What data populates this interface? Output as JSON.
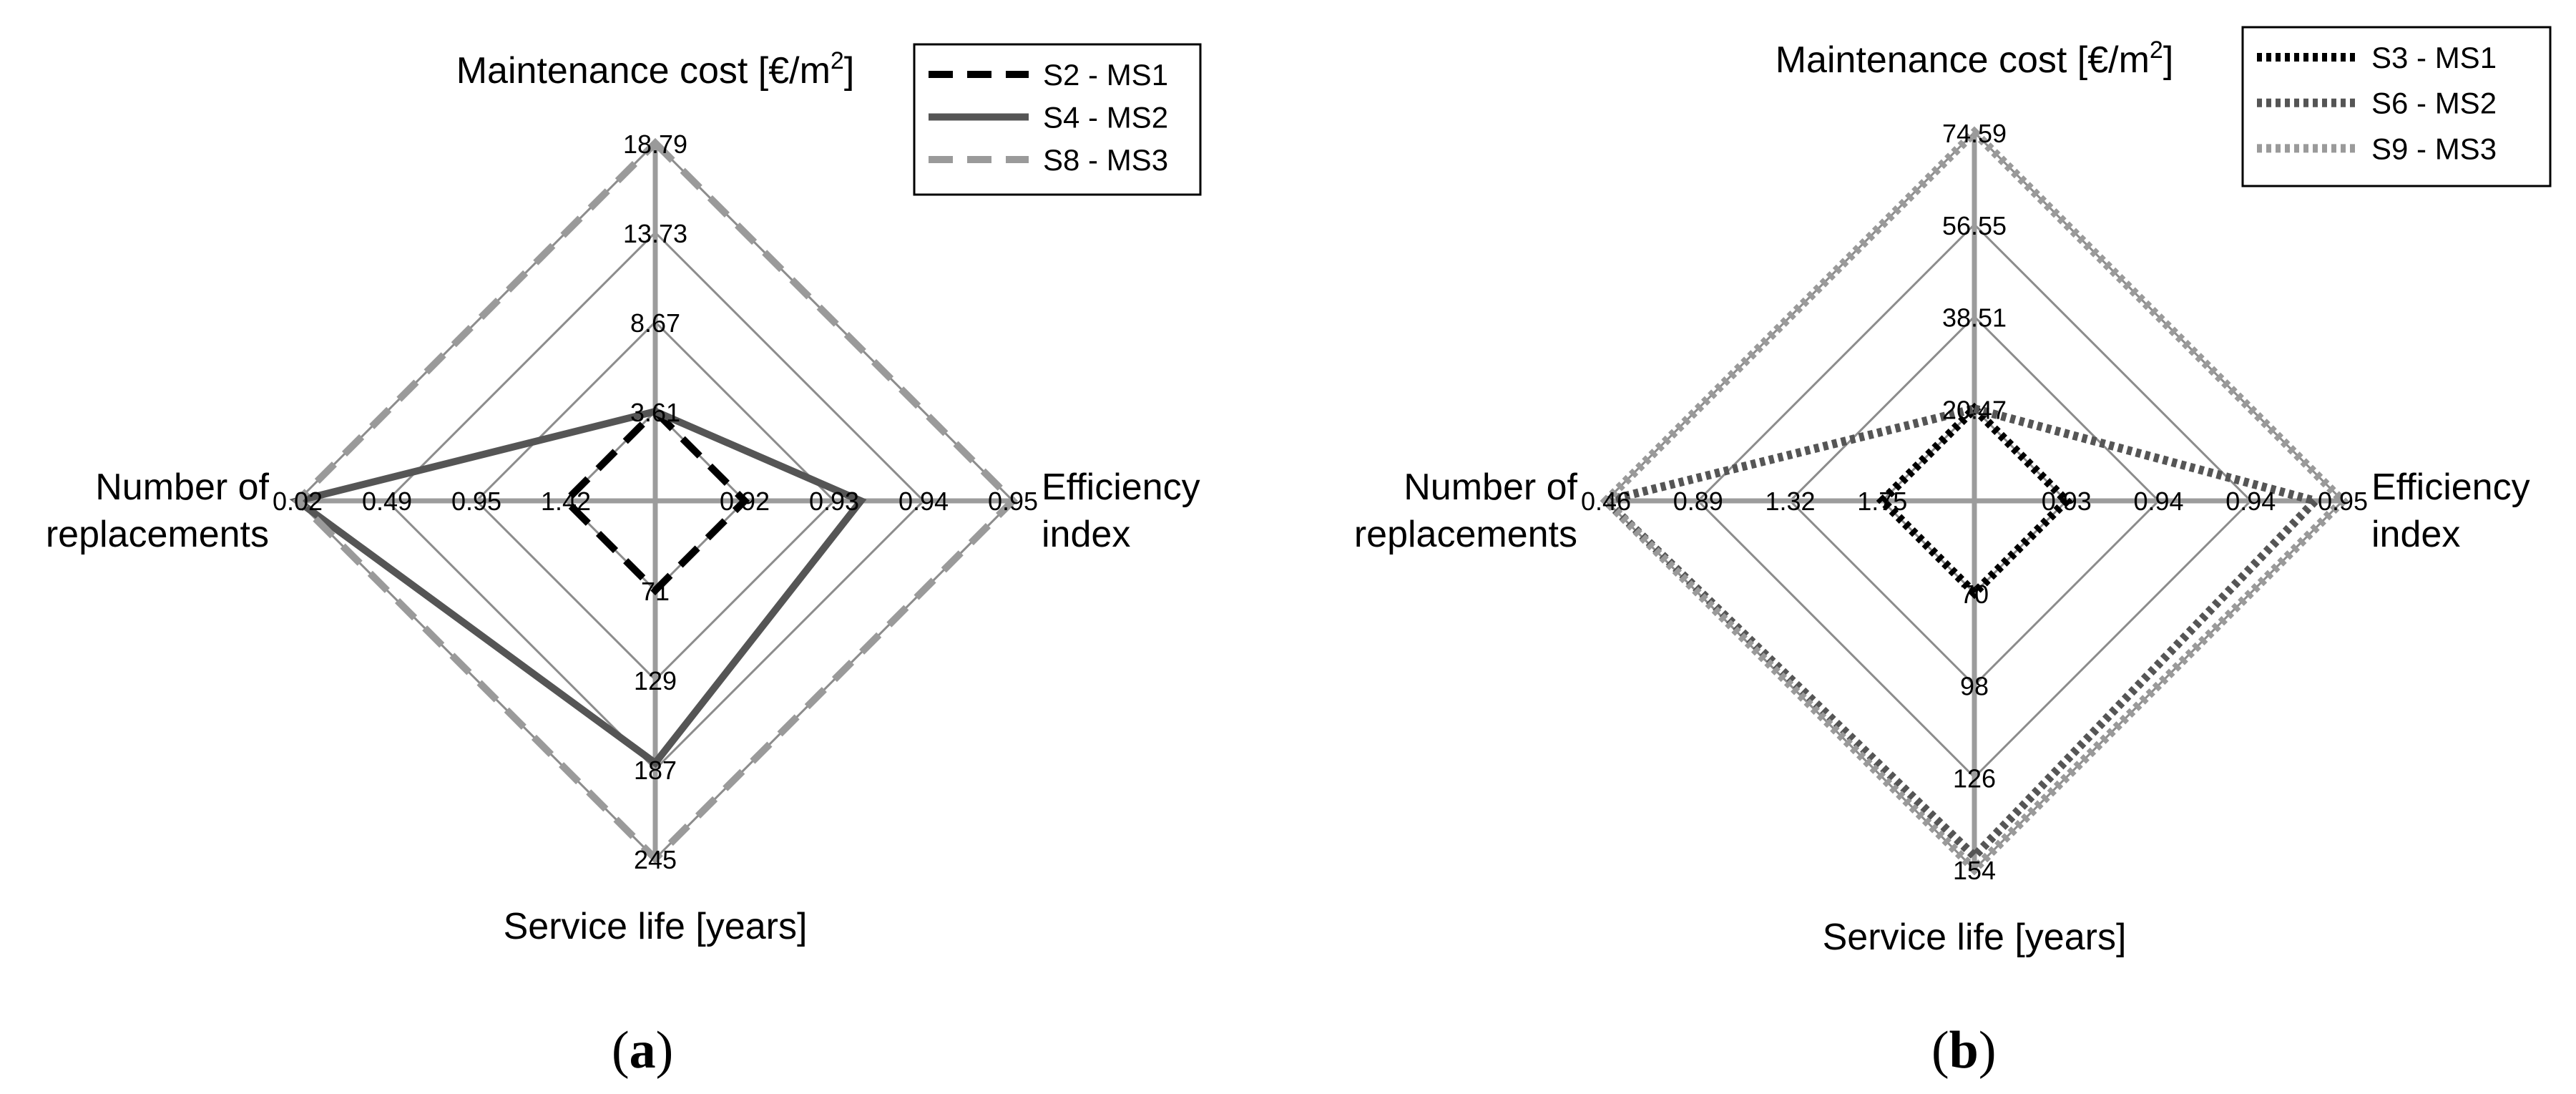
{
  "chart_data": [
    {
      "type": "radar",
      "caption": "a",
      "axes": [
        {
          "label": "Maintenance cost [€/m²]",
          "label_main": "Maintenance cost [€/m",
          "label_sup": "2",
          "label_end": "]",
          "ticks": [
            "3.61",
            "8.67",
            "13.73",
            "18.79"
          ]
        },
        {
          "label": "Efficiency index",
          "label_lines": [
            "Efficiency",
            "index"
          ],
          "ticks": [
            "0.92",
            "0.93",
            "0.94",
            "0.95"
          ]
        },
        {
          "label": "Service life [years]",
          "ticks": [
            "71",
            "129",
            "187",
            "245"
          ]
        },
        {
          "label": "Number of replacements",
          "label_lines": [
            "Number of",
            "replacements"
          ],
          "ticks": [
            "1.42",
            "0.95",
            "0.49",
            "0.02"
          ]
        }
      ],
      "series": [
        {
          "name": "S2 - MS1",
          "style": "dashed",
          "color": "#000000",
          "values": [
            3.61,
            0.92,
            71,
            1.42
          ]
        },
        {
          "name": "S4 - MS2",
          "style": "solid",
          "color": "#555555",
          "values": [
            3.61,
            0.933,
            183,
            0.02
          ]
        },
        {
          "name": "S8 - MS3",
          "style": "dashed",
          "color": "#9a9a9a",
          "values": [
            18.79,
            0.95,
            245,
            0.02
          ]
        }
      ]
    },
    {
      "type": "radar",
      "caption": "b",
      "axes": [
        {
          "label": "Maintenance cost [€/m²]",
          "label_main": "Maintenance cost [€/m",
          "label_sup": "2",
          "label_end": "]",
          "ticks": [
            "20.47",
            "38.51",
            "56.55",
            "74.59"
          ]
        },
        {
          "label": "Efficiency index",
          "label_lines": [
            "Efficiency",
            "index"
          ],
          "ticks": [
            "0.93",
            "0.94",
            "0.94",
            "0.95"
          ]
        },
        {
          "label": "Service life [years]",
          "ticks": [
            "70",
            "98",
            "126",
            "154"
          ]
        },
        {
          "label": "Number of replacements",
          "label_lines": [
            "Number of",
            "replacements"
          ],
          "ticks": [
            "1.75",
            "1.32",
            "0.89",
            "0.46"
          ]
        }
      ],
      "series": [
        {
          "name": "S3 - MS1",
          "style": "dotted",
          "color": "#000000",
          "values": [
            20.47,
            0.93,
            70,
            1.75
          ]
        },
        {
          "name": "S6 - MS2",
          "style": "dotted",
          "color": "#555555",
          "values": [
            20.47,
            0.948,
            150,
            0.46
          ]
        },
        {
          "name": "S9 - MS3",
          "style": "dotted",
          "color": "#9a9a9a",
          "values": [
            74.59,
            0.95,
            154,
            0.46
          ]
        }
      ]
    }
  ]
}
